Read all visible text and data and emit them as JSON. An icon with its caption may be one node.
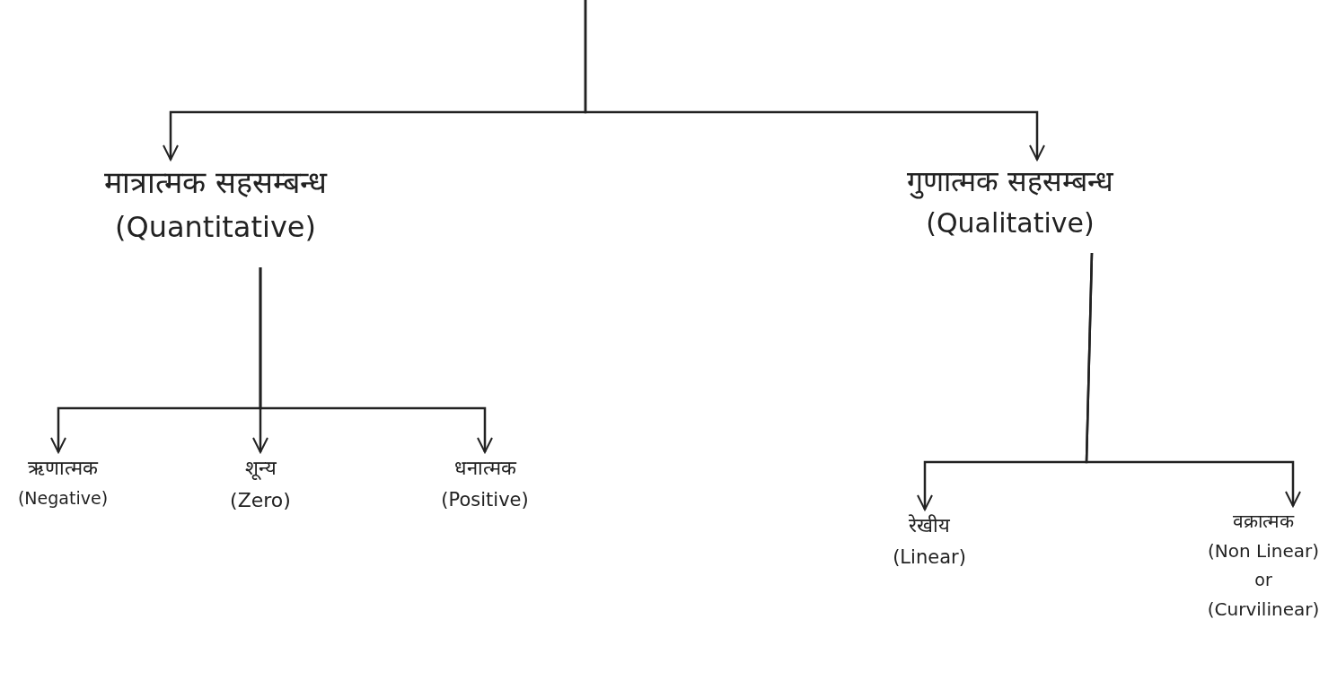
{
  "diagram": {
    "nodes": [
      {
        "text": [
          "मात्रात्मक सहसम्बन्ध",
          "(Quantitative)"
        ]
      },
      {
        "text": [
          "गुणात्मक सहसम्बन्ध",
          "(Qualitative)"
        ]
      },
      {
        "text": [
          "ऋणात्मक",
          "(Negative)"
        ]
      },
      {
        "text": [
          "शून्य",
          "(Zero)"
        ]
      },
      {
        "text": [
          "धनात्मक",
          "(Positive)"
        ]
      },
      {
        "text": [
          "रेखीय",
          "(Linear)"
        ]
      },
      {
        "text": [
          "वक्रात्मक",
          "(Non Linear)",
          "or",
          "(Curvilinear)"
        ]
      }
    ],
    "edges": [
      {
        "from": null,
        "to": 0,
        "arrow": "to"
      },
      {
        "from": null,
        "to": 1,
        "arrow": "to"
      },
      {
        "from": 0,
        "to": 2,
        "arrow": "to"
      },
      {
        "from": 0,
        "to": 3,
        "arrow": "to"
      },
      {
        "from": 0,
        "to": 4,
        "arrow": "to"
      },
      {
        "from": 1,
        "to": 5,
        "arrow": "to"
      },
      {
        "from": 1,
        "to": 6,
        "arrow": "to"
      }
    ]
  }
}
